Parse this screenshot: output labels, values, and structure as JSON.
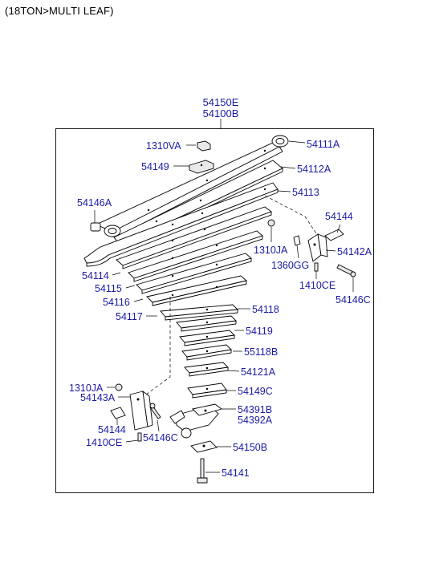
{
  "header": "(18TON>MULTI LEAF)",
  "assembly_codes": [
    "54150E",
    "54100B"
  ],
  "labels": [
    {
      "id": "1310VA",
      "text": "1310VA"
    },
    {
      "id": "54111A",
      "text": "54111A"
    },
    {
      "id": "54149",
      "text": "54149"
    },
    {
      "id": "54112A",
      "text": "54112A"
    },
    {
      "id": "54146A",
      "text": "54146A"
    },
    {
      "id": "54113",
      "text": "54113"
    },
    {
      "id": "54144-right",
      "text": "54144"
    },
    {
      "id": "1310JA-right",
      "text": "1310JA"
    },
    {
      "id": "54142A",
      "text": "54142A"
    },
    {
      "id": "1360GG",
      "text": "1360GG"
    },
    {
      "id": "54114",
      "text": "54114"
    },
    {
      "id": "1410CE-right",
      "text": "1410CE"
    },
    {
      "id": "54115",
      "text": "54115"
    },
    {
      "id": "54146C-right",
      "text": "54146C"
    },
    {
      "id": "54116",
      "text": "54116"
    },
    {
      "id": "54117",
      "text": "54117"
    },
    {
      "id": "54118",
      "text": "54118"
    },
    {
      "id": "54119",
      "text": "54119"
    },
    {
      "id": "55118B",
      "text": "55118B"
    },
    {
      "id": "54121A",
      "text": "54121A"
    },
    {
      "id": "1310JA-left",
      "text": "1310JA"
    },
    {
      "id": "54149C",
      "text": "54149C"
    },
    {
      "id": "54143A",
      "text": "54143A"
    },
    {
      "id": "54391B",
      "text": "54391B"
    },
    {
      "id": "54392A",
      "text": "54392A"
    },
    {
      "id": "54144-left",
      "text": "54144"
    },
    {
      "id": "54146C-left",
      "text": "54146C"
    },
    {
      "id": "1410CE-left",
      "text": "1410CE"
    },
    {
      "id": "54150B",
      "text": "54150B"
    },
    {
      "id": "54141",
      "text": "54141"
    }
  ]
}
